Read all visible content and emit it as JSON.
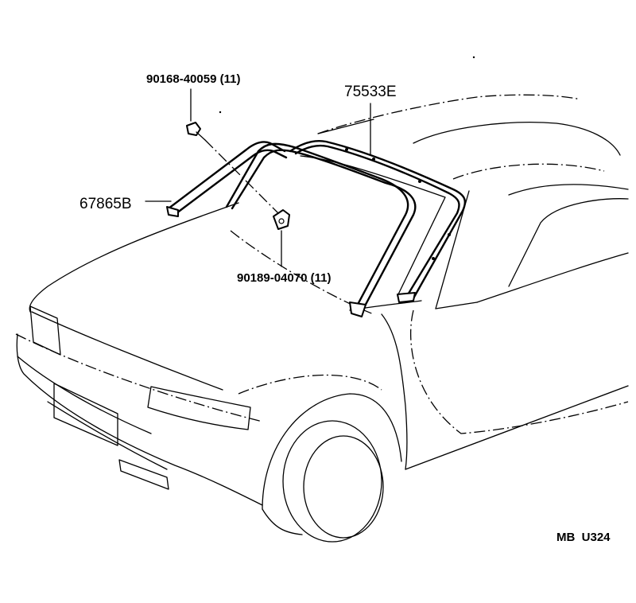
{
  "parts": {
    "clip_bolt": "90168-40059 (11)",
    "windshield_molding": "75533E",
    "pillar_molding": "67865B",
    "retainer": "90189-04070 (11)"
  },
  "figure_code": "MB  U324"
}
